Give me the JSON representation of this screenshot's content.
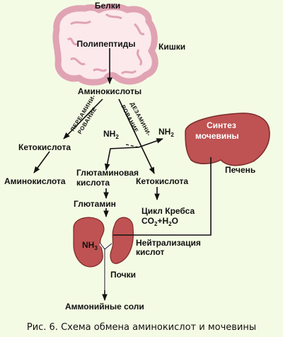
{
  "labels": {
    "proteins": "Белки",
    "polypeptides": "Полипептиды",
    "intestine": "Кишки",
    "amino_acids": "Аминокислоты",
    "transamination_1": "ПЕРЕАМИНИ-",
    "transamination_2": "РОВАНИЕ",
    "deamination_1": "ДЕЗАМИНИ-",
    "deamination_2": "РОВАНИЕ",
    "nh2_left": "NH",
    "nh2_right": "NH",
    "nh_sub": "2",
    "ketoacid_left": "Кетокислота",
    "amino_acid": "Аминокислота",
    "glutamic_1": "Глютаминовая",
    "glutamic_2": "кислота",
    "ketoacid_right": "Кетокислота",
    "glutamine": "Глютамин",
    "krebs_1": "Цикл Кребса",
    "krebs_2_a": "CO",
    "krebs_2_sub1": "2",
    "krebs_2_b": "+H",
    "krebs_2_sub2": "2",
    "krebs_2_c": "O",
    "nh3": "NH",
    "nh3_sub": "3",
    "neutral_1": "Нейтрализация",
    "neutral_2": "кислот",
    "kidneys": "Почки",
    "ammonium_salts": "Аммонийные соли",
    "urea_1": "Синтез",
    "urea_2": "мочевины",
    "liver": "Печень"
  },
  "caption": "Рис. 6. Схема обмена аминокислот и мочевины",
  "colors": {
    "background": "#f4fbe4",
    "intestine_fill": "#fbe9ec",
    "intestine_stroke": "#e0a3b3",
    "organ_fill": "#bf5252",
    "organ_stroke": "#7a2a2a"
  }
}
